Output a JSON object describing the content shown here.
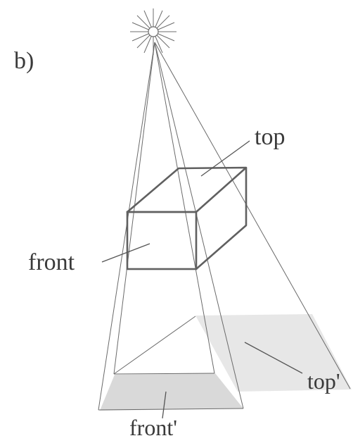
{
  "figure": {
    "panel_label": "b)",
    "labels": {
      "top": "top",
      "front": "front",
      "top_shadow": "top'",
      "front_shadow": "front'"
    },
    "icons": {
      "light_source": "light-source-icon"
    }
  }
}
